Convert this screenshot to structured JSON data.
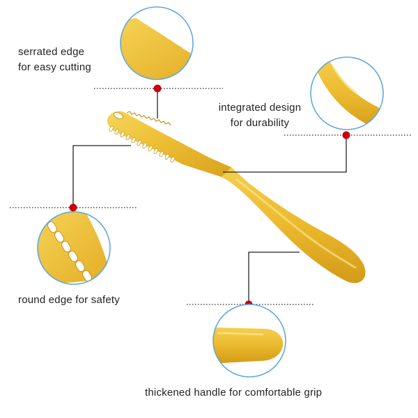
{
  "product": {
    "item": "butter knife",
    "finish_color": "#E9B92F",
    "accent_color": "#C8000F",
    "circle_border_color": "#5FA8DC"
  },
  "features": [
    {
      "id": "serrated",
      "lines": [
        "serrated edge",
        "for easy cutting"
      ]
    },
    {
      "id": "integrated",
      "lines": [
        "integrated design",
        "for durability"
      ]
    },
    {
      "id": "round",
      "lines": [
        "round edge for safety"
      ]
    },
    {
      "id": "thickened",
      "lines": [
        "thickened handle for comfortable grip"
      ]
    }
  ]
}
